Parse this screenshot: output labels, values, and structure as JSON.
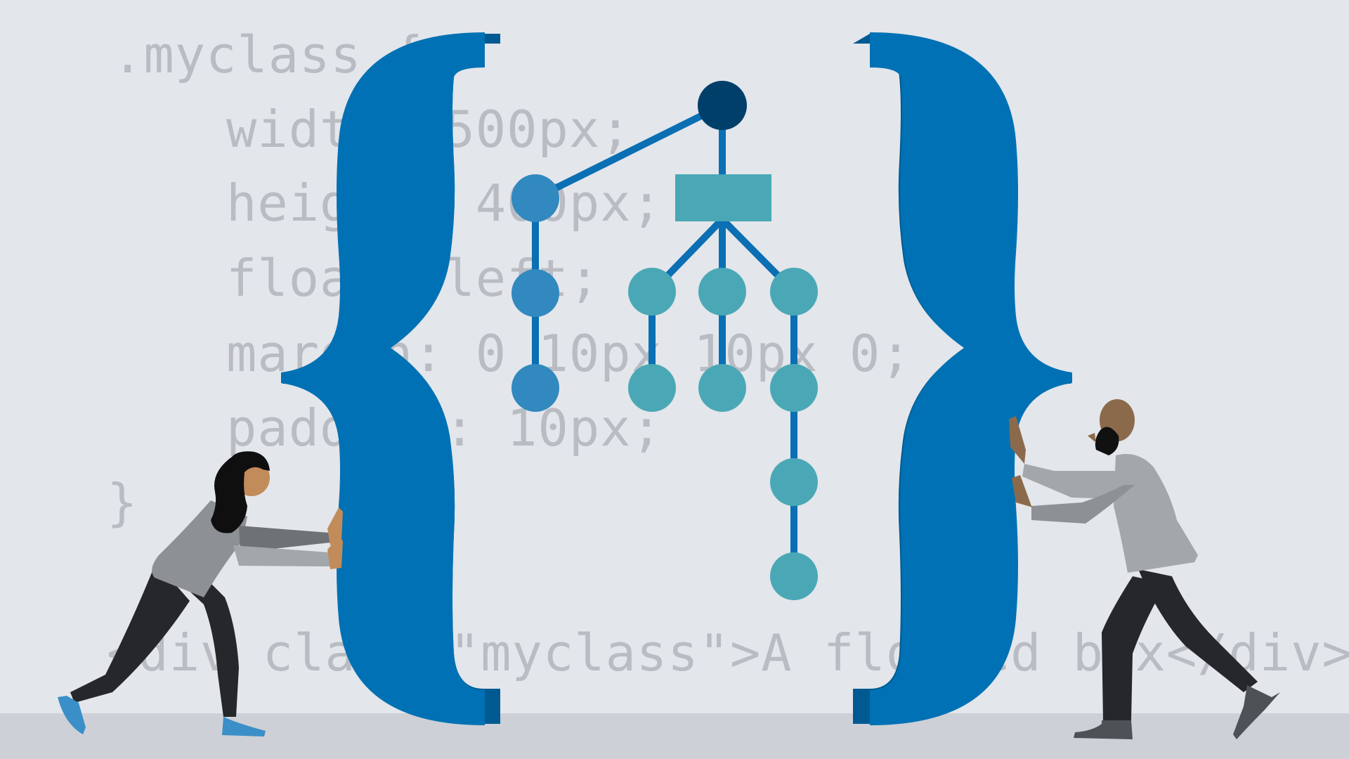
{
  "colors": {
    "background": "#e3e6eb",
    "floor": "#cdd0d6",
    "code_text": "#b9bcc2",
    "brace_front": "#0071b4",
    "brace_side": "#005a91",
    "node_root": "#003f6a",
    "node_blue": "#3189bf",
    "node_teal": "#4aa8b6",
    "edge": "#0a6fb3"
  },
  "code": {
    "selector": ".myclass {",
    "width": "width: 500px;",
    "height": "height: 400px;",
    "float": "float: left;",
    "margin": "margin: 0 10px 10px 0;",
    "padding": "padding: 10px;",
    "close": "}",
    "html": "<div class=\"myclass\">A floated box</div>"
  },
  "icons": {
    "left_brace": "left-curly-brace-icon",
    "right_brace": "right-curly-brace-icon",
    "tree": "dom-tree-icon",
    "woman": "woman-pushing-figure",
    "man": "man-pushing-figure"
  }
}
